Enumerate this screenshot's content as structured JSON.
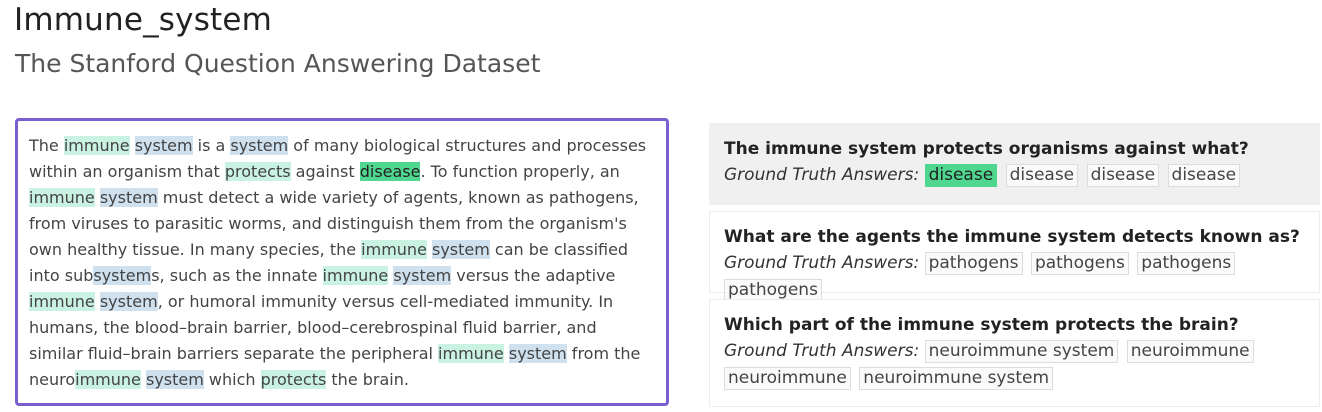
{
  "header": {
    "title": "Immune_system",
    "subtitle": "The Stanford Question Answering Dataset"
  },
  "passage": {
    "segments": [
      {
        "t": "The "
      },
      {
        "t": "immune",
        "hl": "green"
      },
      {
        "t": " "
      },
      {
        "t": "system",
        "hl": "blue"
      },
      {
        "t": " is a "
      },
      {
        "t": "system",
        "hl": "blue"
      },
      {
        "t": " of many biological structures and processes within an organism that "
      },
      {
        "t": "protects",
        "hl": "green"
      },
      {
        "t": " against "
      },
      {
        "t": "disease",
        "hl": "strong"
      },
      {
        "t": ". To function properly, an "
      },
      {
        "t": "immune",
        "hl": "green"
      },
      {
        "t": " "
      },
      {
        "t": "system",
        "hl": "blue"
      },
      {
        "t": " must detect a wide variety of agents, known as pathogens, from viruses to parasitic worms, and distinguish them from the organism's own healthy tissue. In many species, the "
      },
      {
        "t": "immune",
        "hl": "green"
      },
      {
        "t": " "
      },
      {
        "t": "system",
        "hl": "blue"
      },
      {
        "t": " can be classified into sub"
      },
      {
        "t": "system",
        "hl": "blue"
      },
      {
        "t": "s, such as the innate "
      },
      {
        "t": "immune",
        "hl": "green"
      },
      {
        "t": " "
      },
      {
        "t": "system",
        "hl": "blue"
      },
      {
        "t": " versus the adaptive "
      },
      {
        "t": "immune",
        "hl": "green"
      },
      {
        "t": " "
      },
      {
        "t": "system",
        "hl": "blue"
      },
      {
        "t": ", or humoral immunity versus cell-mediated immunity. In humans, the blood–brain barrier, blood–cerebrospinal fluid barrier, and similar fluid–brain barriers separate the peripheral "
      },
      {
        "t": "immune",
        "hl": "green"
      },
      {
        "t": " "
      },
      {
        "t": "system",
        "hl": "blue"
      },
      {
        "t": " from the neuro"
      },
      {
        "t": "immune",
        "hl": "green"
      },
      {
        "t": " "
      },
      {
        "t": "system",
        "hl": "blue"
      },
      {
        "t": " which "
      },
      {
        "t": "protects",
        "hl": "green"
      },
      {
        "t": " the brain."
      }
    ]
  },
  "questions": [
    {
      "question": "The immune system protects organisms against what?",
      "gt_label": "Ground Truth Answers:",
      "answers": [
        {
          "text": "disease",
          "match": true
        },
        {
          "text": "disease",
          "match": false
        },
        {
          "text": "disease",
          "match": false
        },
        {
          "text": "disease",
          "match": false
        }
      ]
    },
    {
      "question": "What are the agents the immune system detects known as?",
      "gt_label": "Ground Truth Answers:",
      "answers": [
        {
          "text": "pathogens",
          "match": false
        },
        {
          "text": "pathogens",
          "match": false
        },
        {
          "text": "pathogens",
          "match": false
        },
        {
          "text": "pathogens",
          "match": false
        }
      ]
    },
    {
      "question": "Which part of the immune system protects the brain?",
      "gt_label": "Ground Truth Answers:",
      "answers": [
        {
          "text": "neuroimmune system",
          "match": false
        },
        {
          "text": "neuroimmune",
          "match": false
        },
        {
          "text": "neuroimmune",
          "match": false
        },
        {
          "text": "neuroimmune system",
          "match": false
        }
      ]
    }
  ]
}
